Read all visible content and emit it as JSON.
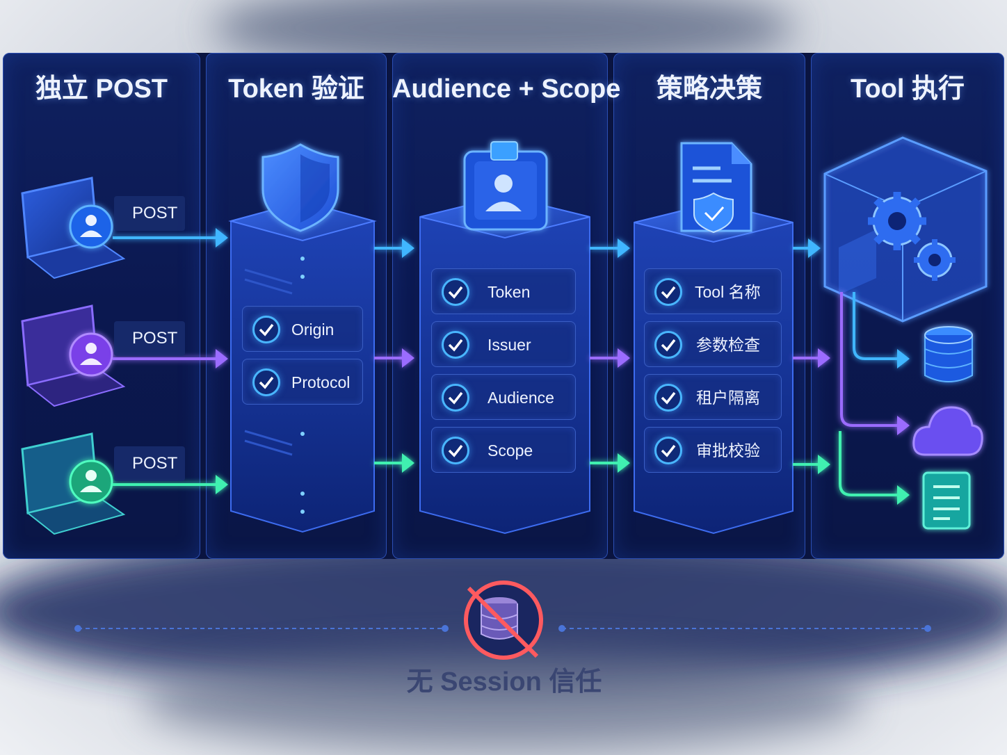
{
  "columns": [
    {
      "title": "独立 POST"
    },
    {
      "title": "Token 验证",
      "checks": [
        "Origin",
        "Protocol"
      ]
    },
    {
      "title": "Audience + Scope",
      "checks": [
        "Token",
        "Issuer",
        "Audience",
        "Scope"
      ]
    },
    {
      "title": "策略决策",
      "checks": [
        "Tool 名称",
        "参数检查",
        "租户隔离",
        "审批校验"
      ]
    },
    {
      "title": "Tool 执行"
    }
  ],
  "clients": [
    {
      "label": "POST",
      "color": "#3f8cff"
    },
    {
      "label": "POST",
      "color": "#8b5cf6"
    },
    {
      "label": "POST",
      "color": "#2fd39a"
    }
  ],
  "icons": {
    "shield": "shield-icon",
    "id_badge": "id-badge-icon",
    "policy_doc": "policy-document-icon",
    "gears_cube": "gears-cube-icon",
    "database": "database-icon",
    "cloud": "cloud-icon",
    "document": "document-icon",
    "no_session": "no-database-icon"
  },
  "footer": {
    "label": "无 Session 信任"
  },
  "colors": {
    "blue": "#3fb6ff",
    "purple": "#9b6cff",
    "green": "#3ff0b0"
  }
}
